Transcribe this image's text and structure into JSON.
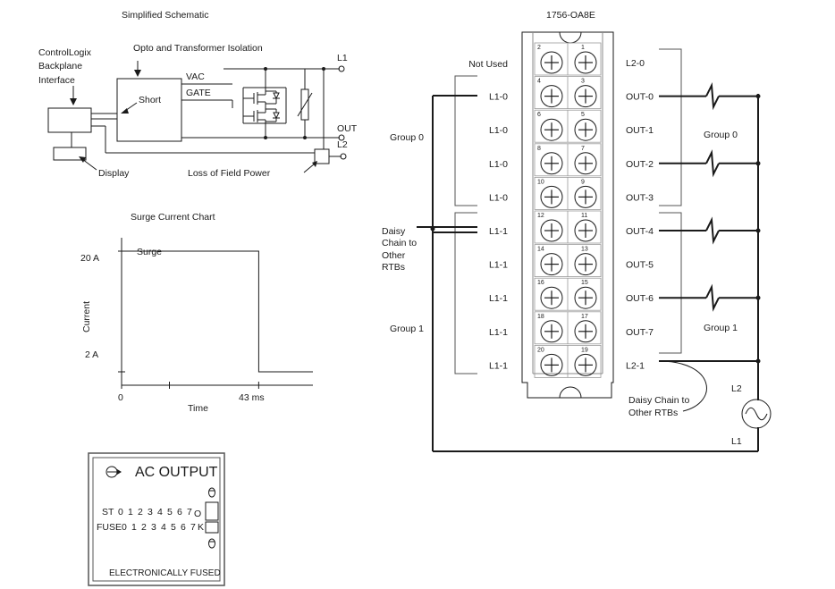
{
  "schematic": {
    "title": "Simplified Schematic",
    "opto_label": "Opto and Transformer Isolation",
    "backplane_label": [
      "ControlLogix",
      "Backplane",
      "Interface"
    ],
    "short_label": "Short",
    "vac_label": "VAC",
    "gate_label": "GATE",
    "display_label": "Display",
    "loss_label": "Loss of Field Power",
    "l1_label": "L1",
    "out_label": "OUT",
    "l2_label": "L2"
  },
  "surge": {
    "title": "Surge Current Chart",
    "surge_label": "Surge",
    "y_axis_label": "Current",
    "x_axis_label": "Time"
  },
  "chart_data": {
    "type": "line",
    "title": "Surge Current Chart",
    "xlabel": "Time",
    "ylabel": "Current",
    "y_ticks": [
      "20 A",
      "2 A"
    ],
    "x_ticks": [
      "0",
      "43 ms"
    ],
    "series": [
      {
        "points": [
          [
            0,
            20
          ],
          [
            43,
            20
          ],
          [
            43,
            2
          ],
          [
            60,
            2
          ]
        ]
      }
    ],
    "ylim": [
      0,
      22
    ],
    "xlim": [
      0,
      60
    ]
  },
  "panel": {
    "title": "AC OUTPUT",
    "st_label": "ST",
    "fuse_label": "FUSE",
    "digits": [
      "0",
      "1",
      "2",
      "3",
      "4",
      "5",
      "6",
      "7"
    ],
    "o_mark": "O",
    "k_mark": "K",
    "footer": "ELECTRONICALLY FUSED"
  },
  "rtb": {
    "title": "1756-OA8E",
    "left_labels": [
      "Not Used",
      "L1-0",
      "L1-0",
      "L1-0",
      "L1-0",
      "L1-1",
      "L1-1",
      "L1-1",
      "L1-1",
      "L1-1"
    ],
    "right_labels": [
      "L2-0",
      "OUT-0",
      "OUT-1",
      "OUT-2",
      "OUT-3",
      "OUT-4",
      "OUT-5",
      "OUT-6",
      "OUT-7",
      "L2-1"
    ],
    "left_numbers": [
      "2",
      "4",
      "6",
      "8",
      "10",
      "12",
      "14",
      "16",
      "18",
      "20"
    ],
    "right_numbers": [
      "1",
      "3",
      "5",
      "7",
      "9",
      "11",
      "13",
      "15",
      "17",
      "19"
    ],
    "group0_left": "Group 0",
    "group1_left": "Group 1",
    "group0_right": "Group 0",
    "group1_right": "Group 1",
    "daisy_left": [
      "Daisy",
      "Chain to",
      "Other",
      "RTBs"
    ],
    "daisy_right": [
      "Daisy Chain to",
      "Other RTBs"
    ],
    "source_l2": "L2",
    "source_l1": "L1"
  }
}
